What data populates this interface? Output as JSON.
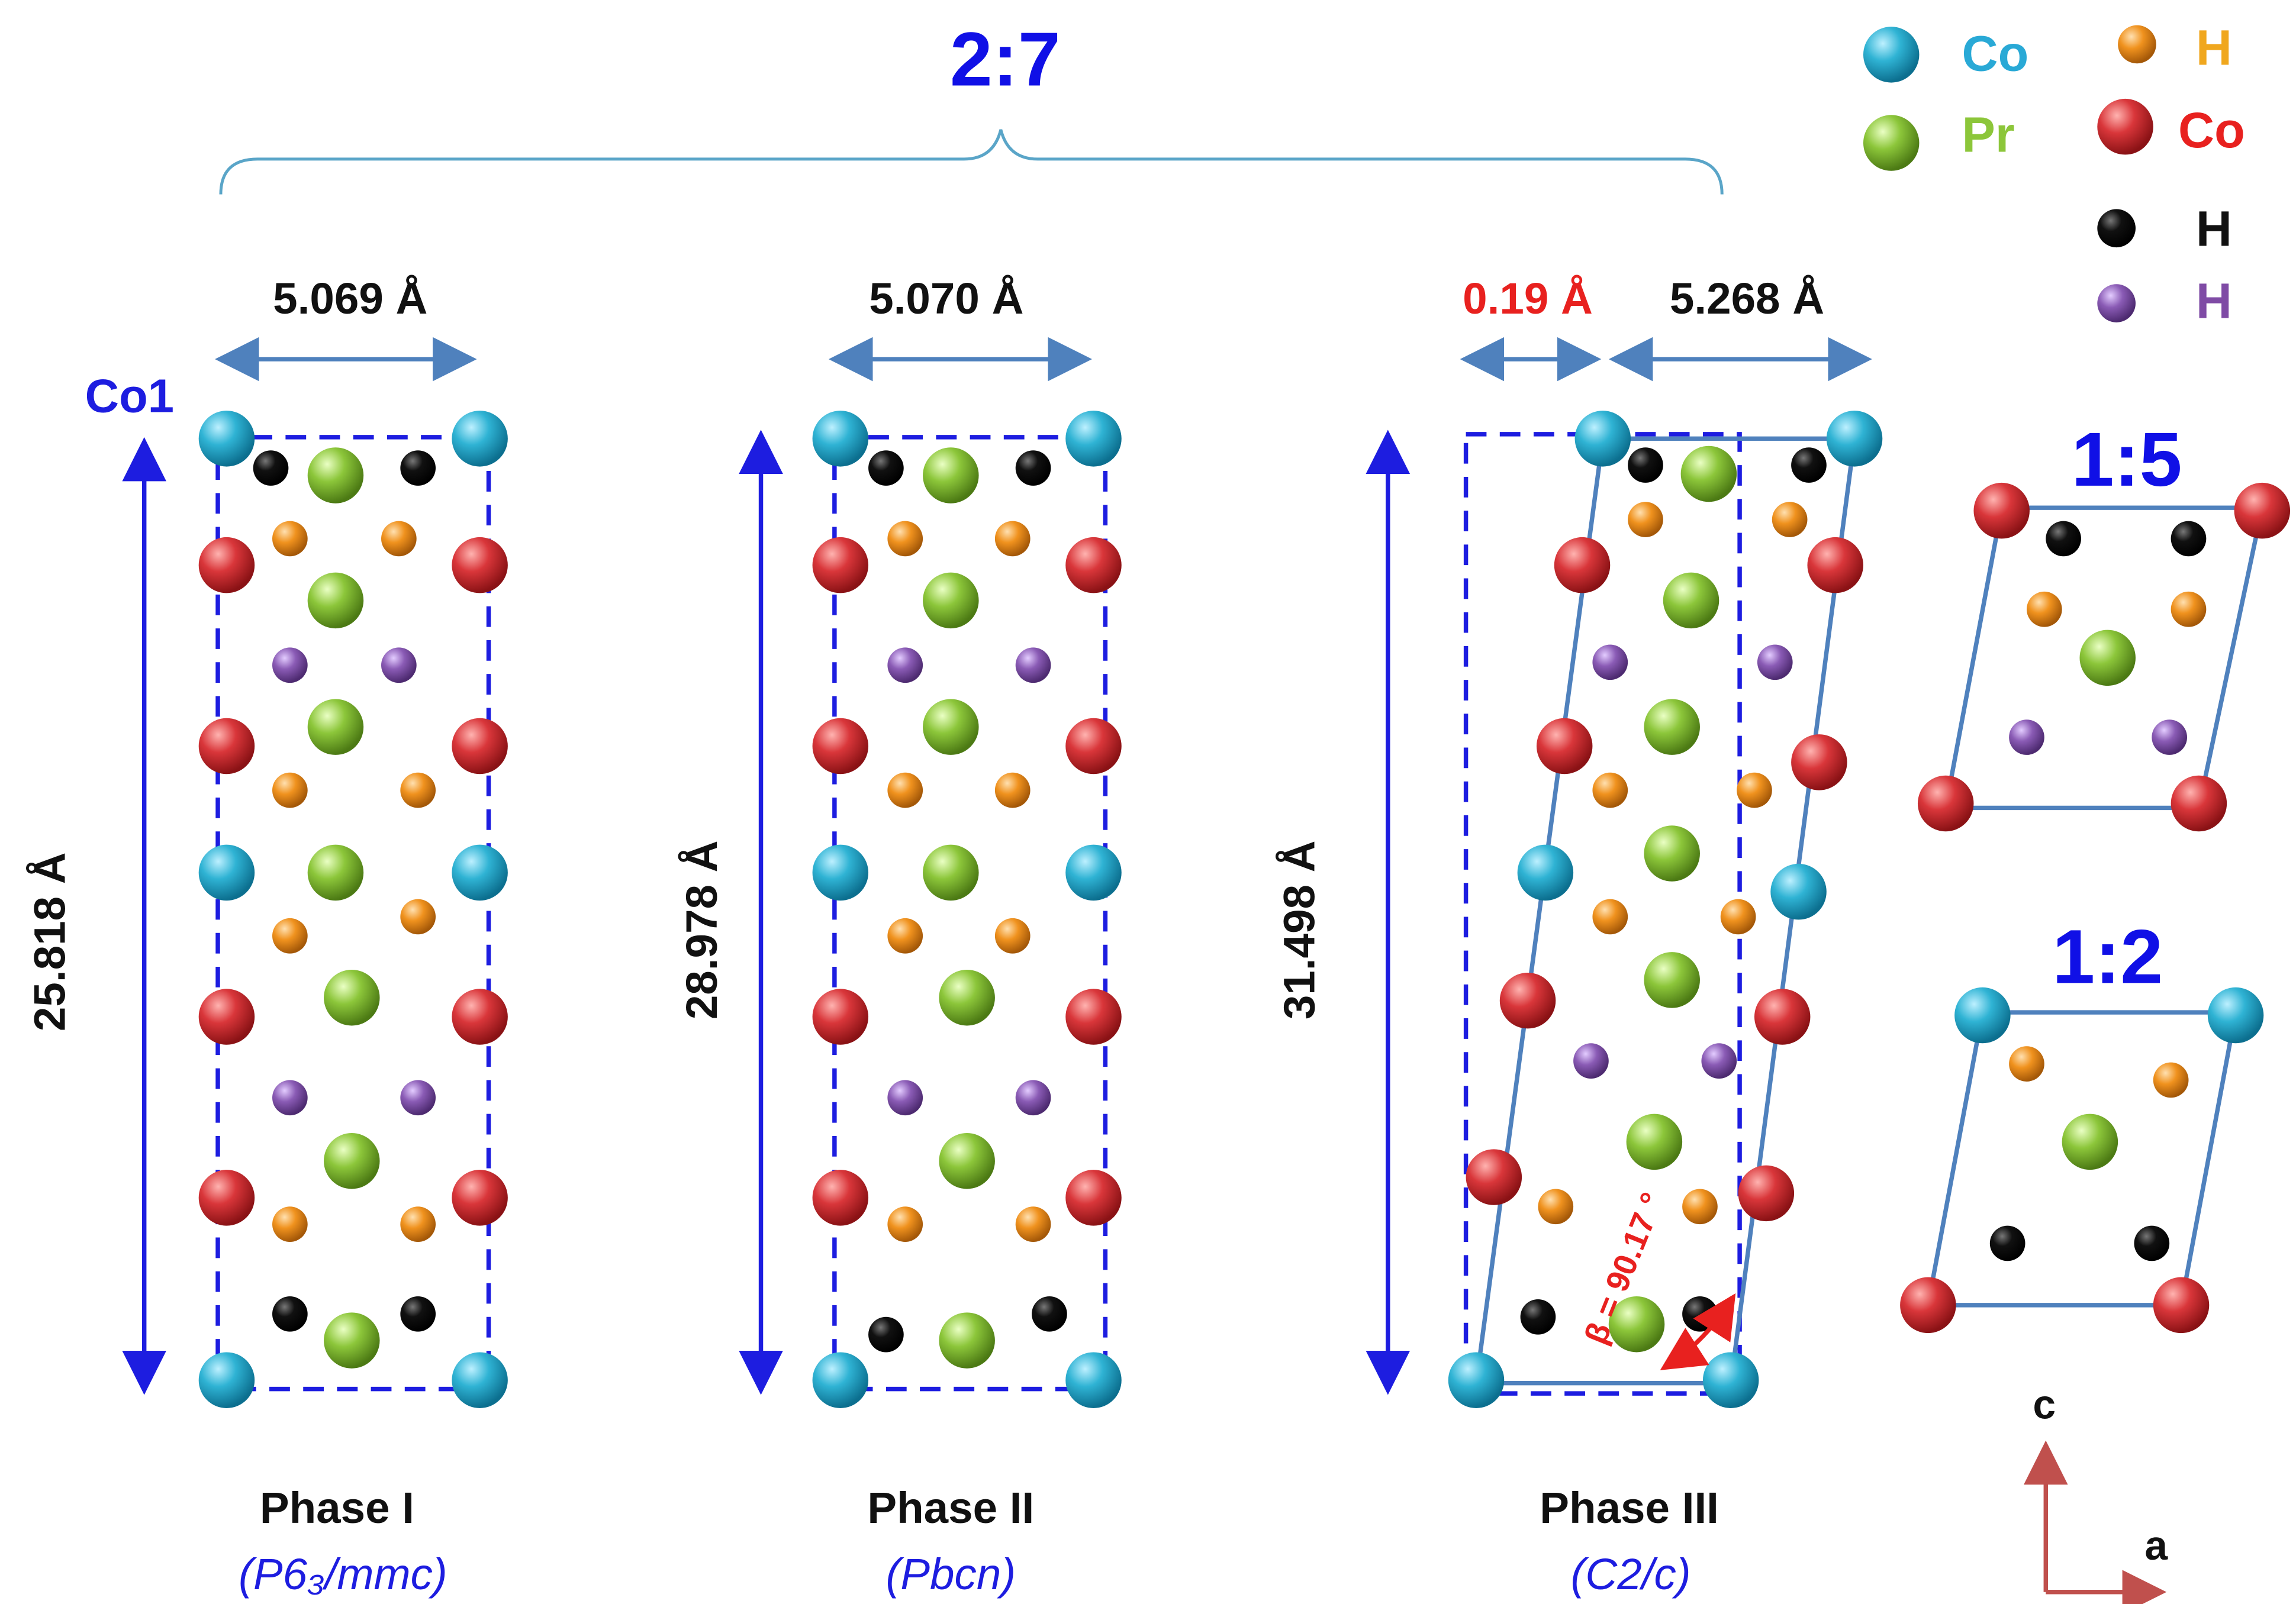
{
  "ratio_top": "2:7",
  "ratio_15": "1:5",
  "ratio_12": "1:2",
  "co1_label": "Co1",
  "legend": [
    {
      "symbol": "Co",
      "color": "#2fb3d4",
      "text_color": "#29a9d6"
    },
    {
      "symbol": "Pr",
      "color": "#8cc63a",
      "text_color": "#8cc63a"
    },
    {
      "symbol": "H",
      "color": "#f0921e",
      "text_color": "#f0a71e"
    },
    {
      "symbol": "Co",
      "color": "#d9363a",
      "text_color": "#e8211f"
    },
    {
      "symbol": "H",
      "color": "#111111",
      "text_color": "#111111"
    },
    {
      "symbol": "H",
      "color": "#8a5bb5",
      "text_color": "#7f4ba5"
    }
  ],
  "phases": [
    {
      "name": "Phase I",
      "space_group": "(P6₃/mmc)",
      "a": "5.069 Å",
      "c": "25.818 Å"
    },
    {
      "name": "Phase II",
      "space_group": "(Pbcn)",
      "a": "5.070 Å",
      "c": "28.978  Å"
    },
    {
      "name": "Phase III",
      "space_group": "(C2/c)",
      "a": "5.268  Å",
      "c": "31.498  Å",
      "offset": "0.19 Å",
      "beta": "β = 90.17 °"
    }
  ],
  "axes": {
    "c": "c",
    "a": "a"
  },
  "colors": {
    "co_cyan": "#2fb3d4",
    "co_red": "#d9363a",
    "pr_green": "#8cc63a",
    "h_orange": "#f0921e",
    "h_black": "#111111",
    "h_purple": "#8a5bb5",
    "cell_blue": "#1d1de0",
    "cell_steel": "#4f81bd",
    "ratio_blue": "#1010e6",
    "beta_red": "#e8211f",
    "axis_brown": "#c0504d"
  }
}
